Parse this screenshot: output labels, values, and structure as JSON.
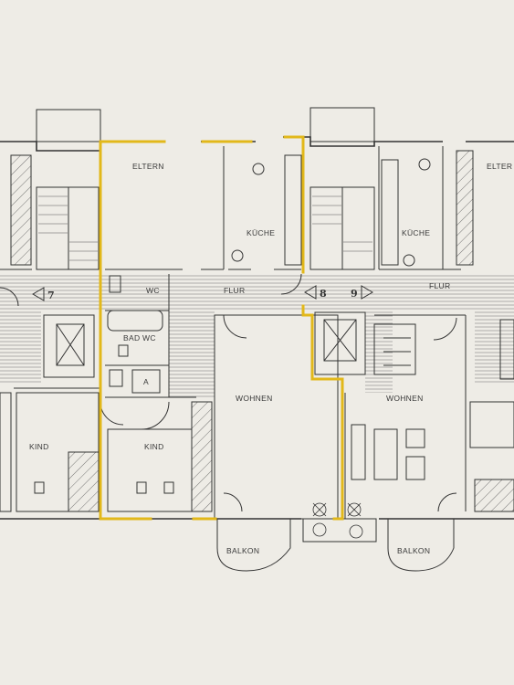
{
  "plan": {
    "rooms": {
      "eltern_left": "ELTERN",
      "kueche_left": "KÜCHE",
      "wc": "WC",
      "flur_left": "FLUR",
      "bad_wc": "BAD WC",
      "abstell": "A",
      "wohnen_left": "WOHNEN",
      "kind_far_left": "KIND",
      "kind_left": "KIND",
      "balkon_left": "BALKON",
      "kueche_right": "KÜCHE",
      "eltern_right": "ELTER",
      "flur_right": "FLUR",
      "wohnen_right": "WOHNEN",
      "balkon_right": "BALKON"
    },
    "units": {
      "unit7": "7",
      "unit8": "8",
      "unit9": "9"
    },
    "highlight_color": "#e2b81a",
    "line_color": "#333333",
    "paper_color": "#eeece6"
  }
}
